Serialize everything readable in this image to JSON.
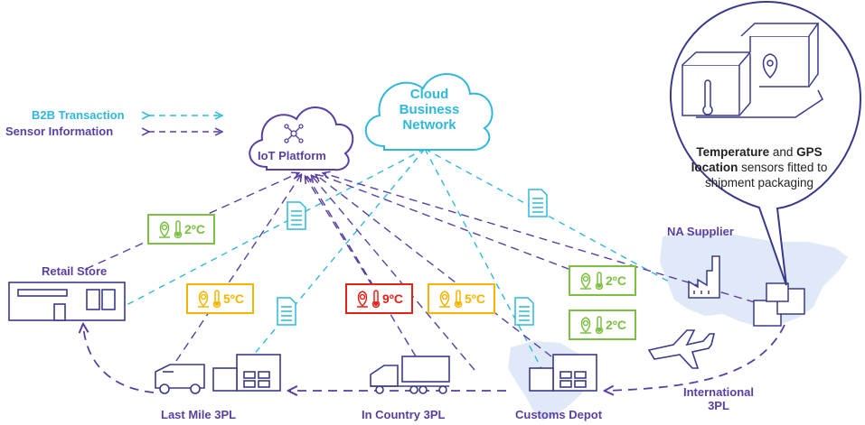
{
  "legend": {
    "b2b": "B2B Transaction",
    "sensor": "Sensor Information"
  },
  "nodes": {
    "iot_platform": "IoT Platform",
    "cloud_line1": "Cloud",
    "cloud_line2": "Business",
    "cloud_line3": "Network",
    "retail_store": "Retail Store",
    "na_supplier": "NA Supplier",
    "last_mile": "Last Mile 3PL",
    "in_country": "In Country 3PL",
    "customs_depot": "Customs Depot",
    "international_line1": "International",
    "international_line2": "3PL"
  },
  "callout": {
    "bold1": "Temperature",
    "text1": " and ",
    "bold2": "GPS location",
    "text2": " sensors fitted to shipment packaging"
  },
  "badges": [
    {
      "value": "2ºC",
      "status": "green"
    },
    {
      "value": "5ºC",
      "status": "amber"
    },
    {
      "value": "9ºC",
      "status": "red"
    },
    {
      "value": "5ºC",
      "status": "amber"
    },
    {
      "value": "2ºC",
      "status": "green"
    },
    {
      "value": "2ºC",
      "status": "green"
    }
  ],
  "colors": {
    "purple": "#5a3fa3",
    "cyan": "#2fb8dc",
    "green": "#7cc043",
    "amber": "#f4b400",
    "red": "#e2231a",
    "map_fill": "#dfe9f7",
    "navy": "#3a3a8c"
  },
  "icons": [
    "gear-network-icon",
    "document-icon",
    "location-pin-icon",
    "thermometer-icon",
    "factory-icon",
    "van-icon",
    "truck-icon",
    "warehouse-icon",
    "airplane-icon",
    "package-icon",
    "store-icon"
  ]
}
